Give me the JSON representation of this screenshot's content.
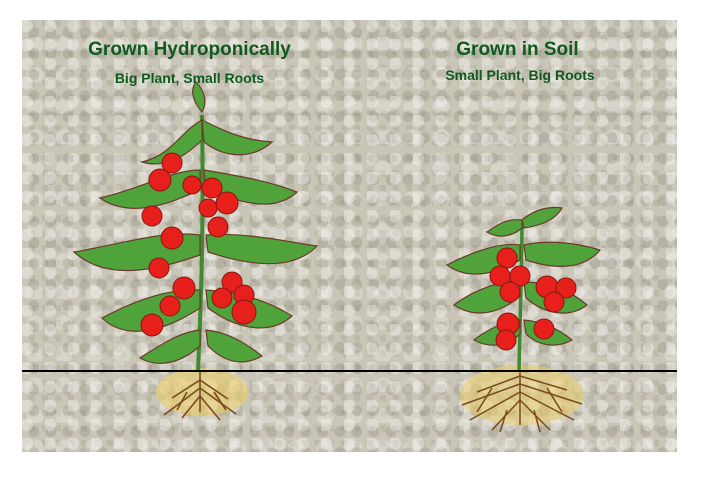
{
  "left": {
    "title": "Grown Hydroponically",
    "subtitle": "Big Plant, Small Roots"
  },
  "right": {
    "title": "Grown in Soil",
    "subtitle": "Small Plant, Big Roots"
  },
  "colors": {
    "heading": "#0f5a1d",
    "leaf": "#4fa33a",
    "leaf_edge": "#6b3a2a",
    "tomato": "#e8201b",
    "root": "#7a4a1e",
    "soil_glow": "#f0d060",
    "ground_line": "#000000",
    "background": "#c9c6b8"
  }
}
